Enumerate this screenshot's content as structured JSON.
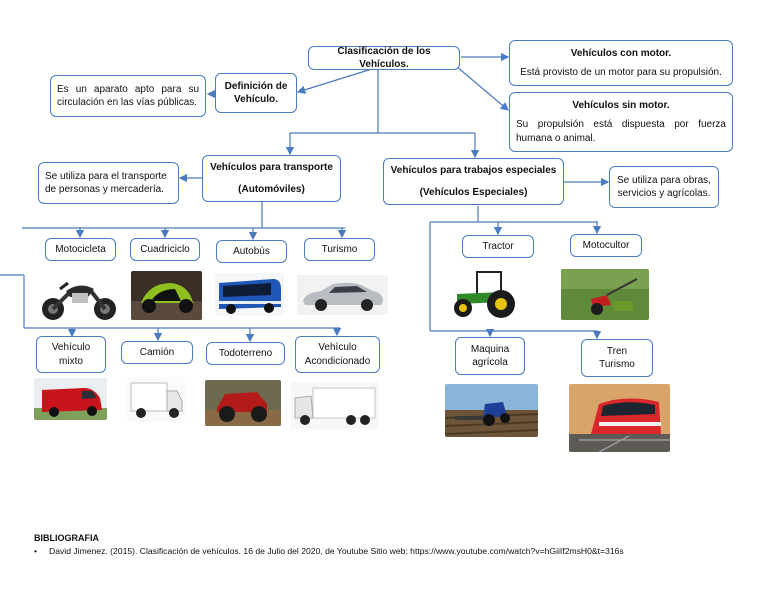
{
  "root": "Clasificación de los Vehículos.",
  "motor": {
    "title": "Vehículos con motor.",
    "desc": "Está provisto de un motor para su propulsión."
  },
  "sinmotor": {
    "title": "Vehículos sin motor.",
    "desc": "Su propulsión está dispuesta por fuerza humana o animal."
  },
  "definicion": {
    "label_line1": "Definición de",
    "label_line2": "Vehículo.",
    "text": "Es un aparato apto para su circulación en las vías públicas."
  },
  "transporte": {
    "line1": "Vehículos para transporte",
    "line2": "(Automóviles)",
    "desc": "Se utiliza para el transporte de personas y mercadería."
  },
  "especiales": {
    "line1": "Vehículos para trabajos especiales",
    "line2": "(Vehículos Especiales)",
    "desc": "Se utiliza para obras, servicios y agrícolas."
  },
  "transport_items": [
    "Motocicleta",
    "Cuadriciclo",
    "Autobús",
    "Turismo"
  ],
  "transport_items2": [
    [
      "Vehículo",
      "mixto"
    ],
    [
      "Camión"
    ],
    [
      "Todoterreno"
    ],
    [
      "Vehículo",
      "Acondicionado"
    ]
  ],
  "special_items": [
    [
      "Tractor"
    ],
    [
      "Motocultor"
    ],
    [
      "Maquina",
      "agrícola"
    ],
    [
      "Tren",
      "Turismo"
    ]
  ],
  "colors": {
    "border": "#4a7ac0",
    "line": "#4a7ac0"
  },
  "icons": [
    "motorcycle-photo",
    "quadricycle-photo",
    "bus-photo",
    "car-photo",
    "van-photo",
    "truck-photo",
    "offroad-photo",
    "refrigerated-truck-photo",
    "tractor-photo",
    "motocultor-photo",
    "agricultural-machine-photo",
    "train-photo"
  ],
  "bibliography": {
    "title": "BIBLIOGRAFIA",
    "entries": [
      "David Jimenez. (2015). Clasificación de vehículos. 16 de Julio del 2020, de Youtube Sitio web: https://www.youtube.com/watch?v=hGiiIf2msH0&t=316s"
    ]
  }
}
